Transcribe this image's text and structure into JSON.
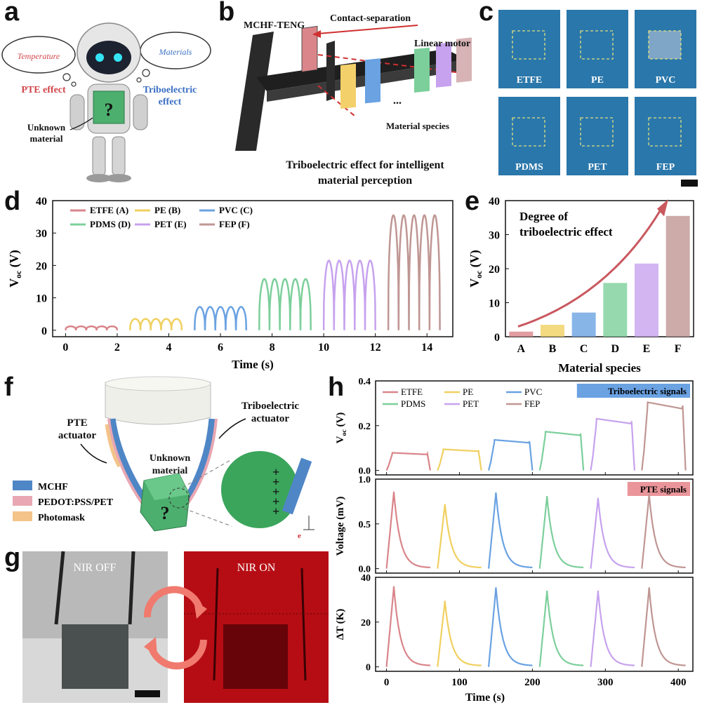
{
  "panels": {
    "a": {
      "letter": "a",
      "thought_left": "Temperature",
      "thought_right": "Materials",
      "pte_effect": "PTE effect",
      "tribo_effect_line1": "Triboelectric",
      "tribo_effect_line2": "effect",
      "unknown_line1": "Unknown",
      "unknown_line2": "material",
      "question": "?"
    },
    "b": {
      "letter": "b",
      "device": "MCHF-TENG",
      "motion": "Contact-separation",
      "motor": "Linear motor",
      "species": "Material species",
      "dots": "...",
      "caption_line1": "Triboelectric effect for intelligent",
      "caption_line2": "material perception"
    },
    "c": {
      "letter": "c",
      "samples": [
        "ETFE",
        "PE",
        "PVC",
        "PDMS",
        "PET",
        "FEP"
      ]
    },
    "f": {
      "letter": "f",
      "pte_actuator_line1": "PTE",
      "pte_actuator_line2": "actuator",
      "tribo_actuator_line1": "Triboelectric",
      "tribo_actuator_line2": "actuator",
      "unknown_line1": "Unknown",
      "unknown_line2": "material",
      "question": "?",
      "electron": "e",
      "legend": [
        "MCHF",
        "PEDOT:PSS/PET",
        "Photomask"
      ],
      "legend_colors": [
        "#4f86c6",
        "#e8a7b3",
        "#f3c48a"
      ]
    },
    "g": {
      "letter": "g",
      "off_label": "NIR OFF",
      "on_label": "NIR ON"
    }
  },
  "colors": {
    "ETFE": "#d9858a",
    "PE": "#f0d060",
    "PVC": "#6aa2e2",
    "PDMS": "#7ccf9b",
    "PET": "#c7a2ee",
    "FEP": "#bf9693"
  },
  "chart_data": [
    {
      "id": "d",
      "letter": "d",
      "type": "line",
      "xlabel": "Time (s)",
      "ylabel_main": "V",
      "ylabel_sub": "oc",
      "ylabel_unit": " (V)",
      "xlim": [
        -0.5,
        15
      ],
      "ylim": [
        -2,
        40
      ],
      "xticks": [
        0,
        2,
        4,
        6,
        8,
        10,
        12,
        14
      ],
      "yticks": [
        0,
        10,
        20,
        30,
        40
      ],
      "series": [
        {
          "name": "ETFE (A)",
          "start": 0.0,
          "end": 2.0,
          "peaks": 5,
          "amplitude": 1.2
        },
        {
          "name": "PE (B)",
          "start": 2.5,
          "end": 4.5,
          "peaks": 5,
          "amplitude": 3.5
        },
        {
          "name": "PVC (C)",
          "start": 5.0,
          "end": 7.0,
          "peaks": 5,
          "amplitude": 7.2
        },
        {
          "name": "PDMS (D)",
          "start": 7.5,
          "end": 9.5,
          "peaks": 5,
          "amplitude": 15.8
        },
        {
          "name": "PET (E)",
          "start": 10.0,
          "end": 12.0,
          "peaks": 5,
          "amplitude": 21.5
        },
        {
          "name": "FEP (F)",
          "start": 12.5,
          "end": 14.5,
          "peaks": 5,
          "amplitude": 35.5
        }
      ]
    },
    {
      "id": "e",
      "letter": "e",
      "type": "bar",
      "xlabel": "Material species",
      "ylabel_main": "V",
      "ylabel_sub": "oc",
      "ylabel_unit": " (V)",
      "categories": [
        "A",
        "B",
        "C",
        "D",
        "E",
        "F"
      ],
      "values": [
        1.5,
        3.5,
        7.1,
        15.8,
        21.5,
        35.5
      ],
      "ylim": [
        0,
        40
      ],
      "yticks": [
        0,
        10,
        20,
        30,
        40
      ],
      "annotation_line1": "Degree of",
      "annotation_line2": "triboelectric effect"
    },
    {
      "id": "h",
      "letter": "h",
      "type": "line",
      "xlabel": "Time (s)",
      "xlim": [
        -15,
        420
      ],
      "xticks": [
        0,
        100,
        200,
        300,
        400
      ],
      "series_names": [
        "ETFE",
        "PE",
        "PVC",
        "PDMS",
        "PET",
        "FEP"
      ],
      "segment_starts": [
        0,
        70,
        140,
        210,
        280,
        350
      ],
      "segment_length": 60,
      "subplots": [
        {
          "tag": "Triboelectric signals",
          "ylabel_main": "V",
          "ylabel_sub": "oc",
          "ylabel_unit": " (V)",
          "ylim": [
            -0.02,
            0.4
          ],
          "yticks": [
            0.0,
            0.2,
            0.4
          ],
          "plateaus": [
            0.075,
            0.09,
            0.13,
            0.165,
            0.22,
            0.29
          ]
        },
        {
          "tag": "PTE signals",
          "ylabel_main": "Voltage (mV)",
          "ylim": [
            -0.05,
            1.0
          ],
          "yticks": [
            0.0,
            0.5,
            1.0
          ],
          "peaks": [
            0.85,
            0.71,
            0.84,
            0.8,
            0.78,
            0.82
          ]
        },
        {
          "tag": "",
          "ylabel_main": "ΔT (K)",
          "ylim": [
            -2,
            40
          ],
          "yticks": [
            0,
            20,
            40
          ],
          "peaks": [
            35.5,
            29,
            35,
            33.5,
            33.5,
            35
          ]
        }
      ]
    }
  ]
}
